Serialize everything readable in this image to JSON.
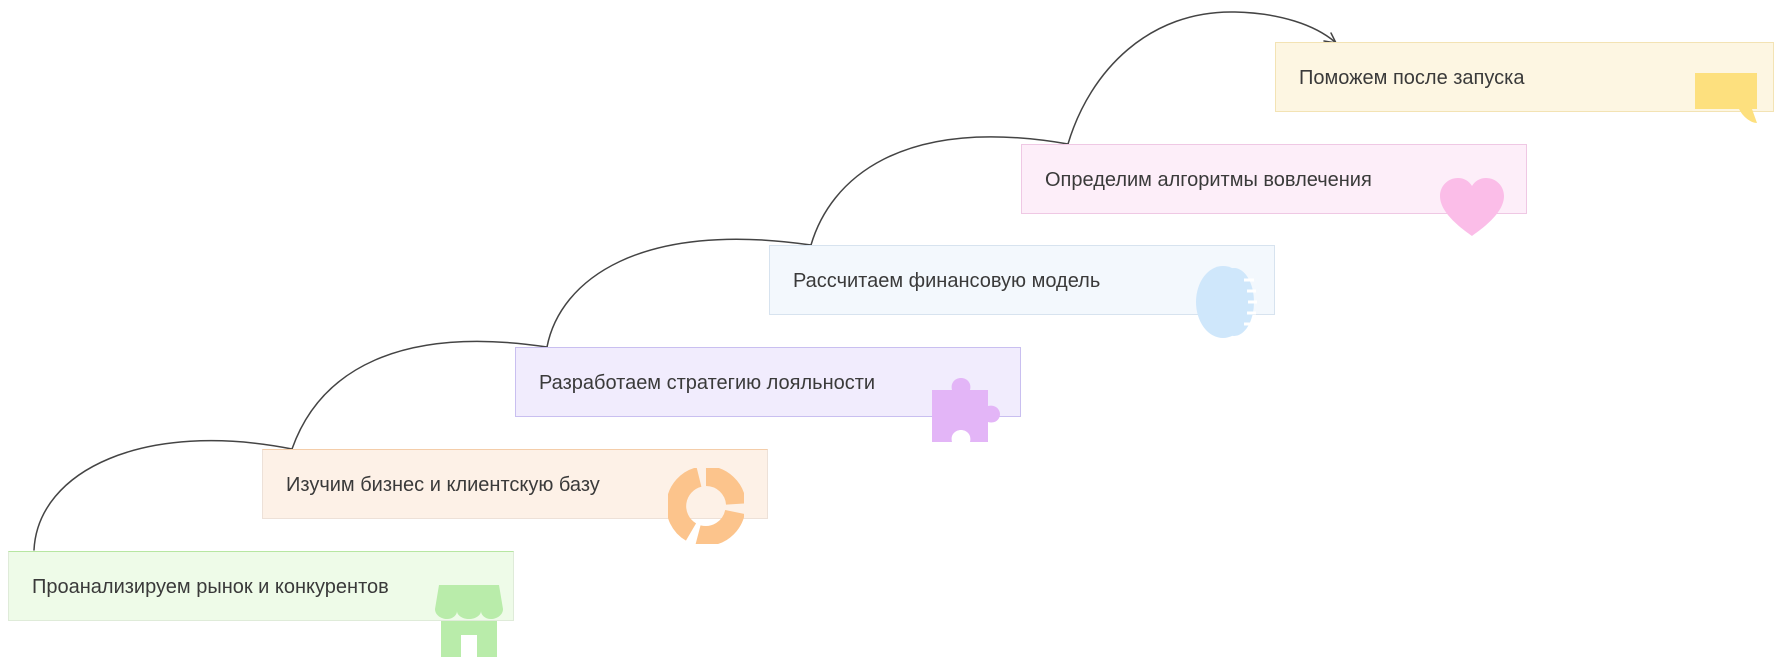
{
  "steps": [
    {
      "label": "Проанализируем рынок и конкурентов",
      "icon": "storefront-icon",
      "color": "#b9ecaa",
      "bg": "#eefbe8"
    },
    {
      "label": "Изучим бизнес и клиентскую базу",
      "icon": "donut-chart-icon",
      "color": "#fcc48c",
      "bg": "#fdf1e7"
    },
    {
      "label": "Разработаем стратегию лояльности",
      "icon": "puzzle-piece-icon",
      "color": "#e3b5f7",
      "bg": "#f1ecfd"
    },
    {
      "label": "Рассчитаем финансовую модель",
      "icon": "coin-icon",
      "color": "#cfe7fb",
      "bg": "#f3f8fd"
    },
    {
      "label": "Определим алгоритмы вовлечения",
      "icon": "heart-icon",
      "color": "#fbbde8",
      "bg": "#fdeef9"
    },
    {
      "label": "Поможем после запуска",
      "icon": "speech-bubble-icon",
      "color": "#fde07e",
      "bg": "#fdf6e2"
    }
  ]
}
